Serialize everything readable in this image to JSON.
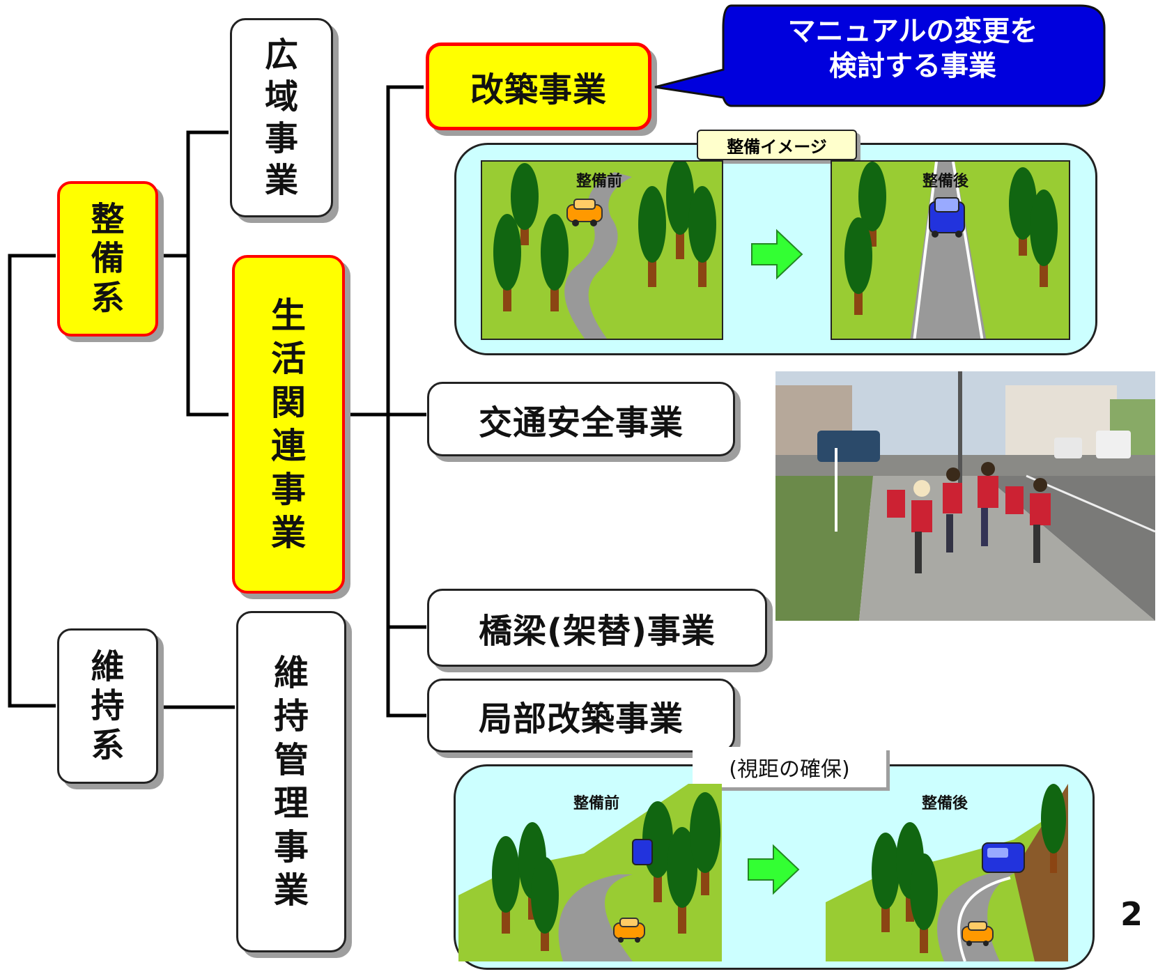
{
  "tree": {
    "root_a": "整備系",
    "root_b": "維持系",
    "mid_a": "広域事業",
    "mid_b": "生活関連事業",
    "mid_c": "維持管理事業",
    "leaf_1": "改築事業",
    "leaf_2": "交通安全事業",
    "leaf_3": "橋梁(架替)事業",
    "leaf_4": "局部改築事業"
  },
  "callout": {
    "line1": "マニュアルの変更を",
    "line2": "検討する事業"
  },
  "image1": {
    "tag": "整備イメージ",
    "before": "整備前",
    "after": "整備後"
  },
  "image2": {
    "tag": "(視距の確保)",
    "before": "整備前",
    "after": "整備後"
  },
  "page_number": "2",
  "colors": {
    "highlight_fill": "#ffff00",
    "highlight_border": "#ff0000",
    "callout": "#0000dd",
    "panel": "#ccffff",
    "grass": "#99cc33"
  }
}
